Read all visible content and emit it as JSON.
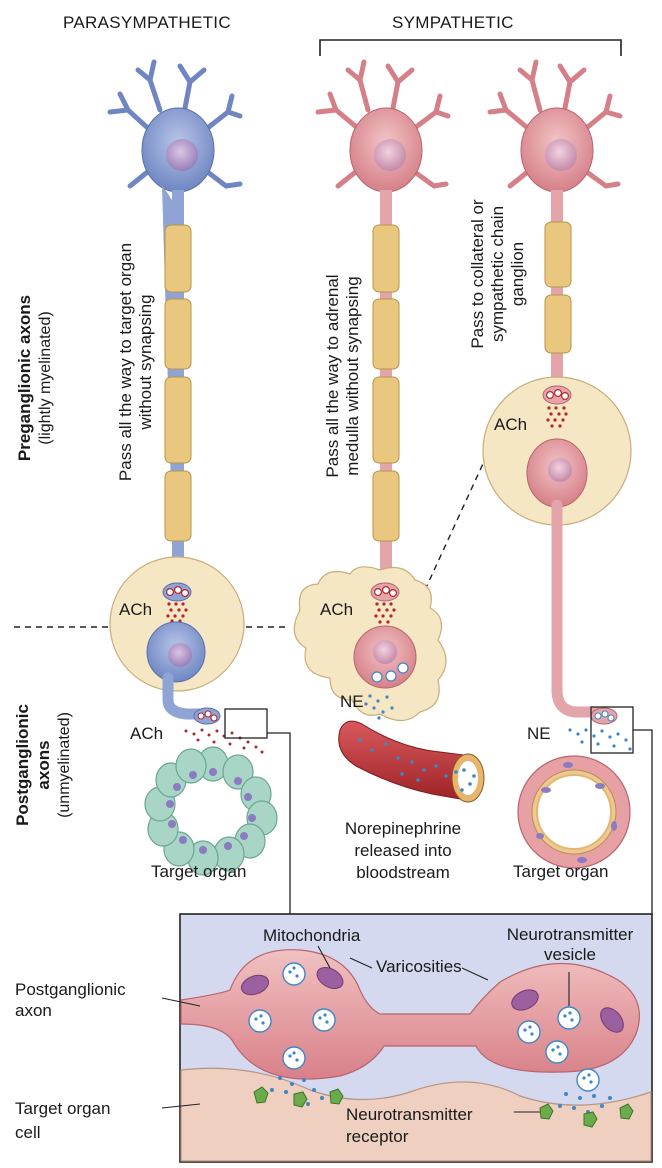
{
  "headers": {
    "left": "PARASYMPATHETIC",
    "right": "SYMPATHETIC"
  },
  "side_labels": {
    "preganglionic_title": "Preganglionic axons",
    "preganglionic_sub": "(lightly myelinated)",
    "postganglionic_title_1": "Postganglionic",
    "postganglionic_title_2": "axons",
    "postganglionic_sub": "(unmyelinated)"
  },
  "axon_notes": {
    "left_1": "Pass all the way to target organ",
    "left_2": "without synapsing",
    "middle_1": "Pass all the way to adrenal",
    "middle_2": "medulla without synapsing",
    "right_1": "Pass to collateral or",
    "right_2": "sympathetic chain",
    "right_3": "ganglion"
  },
  "transmitters": {
    "ach_left_ganglion": "ACh",
    "ach_left_target": "ACh",
    "ach_middle": "ACh",
    "ach_right": "ACh",
    "ne_middle": "NE",
    "ne_right": "NE"
  },
  "bottom_labels": {
    "target_left": "Target organ",
    "target_right": "Target organ",
    "blood_1": "Norepinephrine",
    "blood_2": "released into",
    "blood_3": "bloodstream"
  },
  "inset": {
    "mitochondria": "Mitochondria",
    "varicosities": "Varicosities",
    "vesicle_1": "Neurotransmitter",
    "vesicle_2": "vesicle",
    "axon_1": "Postganglionic",
    "axon_2": "axon",
    "cell_1": "Target organ",
    "cell_2": "cell",
    "receptor_1": "Neurotransmitter",
    "receptor_2": "receptor"
  },
  "colors": {
    "parasympathetic_neuron": "#8fa3d4",
    "sympathetic_neuron": "#e3a4aa",
    "myelin": "#e9c77f",
    "ganglion": "#f5e6c4",
    "ach_dots": "#b3262b",
    "ne_dots": "#3f86c5",
    "gland_cell": "#a8d5c6",
    "vessel": "#c23c3f",
    "inset_background": "#d4d9ef",
    "target_cell": "#efcfc0",
    "receptor": "#6cab4c"
  }
}
